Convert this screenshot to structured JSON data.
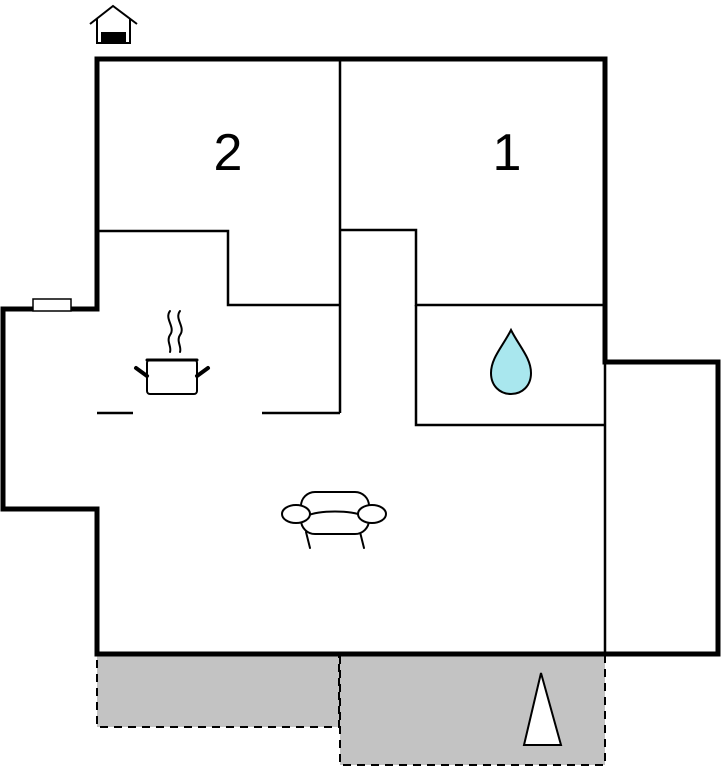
{
  "rooms": [
    {
      "id": "bedroom-2",
      "label": "2"
    },
    {
      "id": "bedroom-1",
      "label": "1"
    }
  ],
  "icons": [
    "entrance-house-icon",
    "window-icon",
    "kitchen-pot-icon",
    "bathroom-water-drop-icon",
    "living-room-sofa-icon",
    "north-arrow-icon"
  ],
  "colors": {
    "wall": "#000000",
    "floor": "#ffffff",
    "terrace": "#c3c3c3",
    "water_drop": "#a9e7ee"
  }
}
